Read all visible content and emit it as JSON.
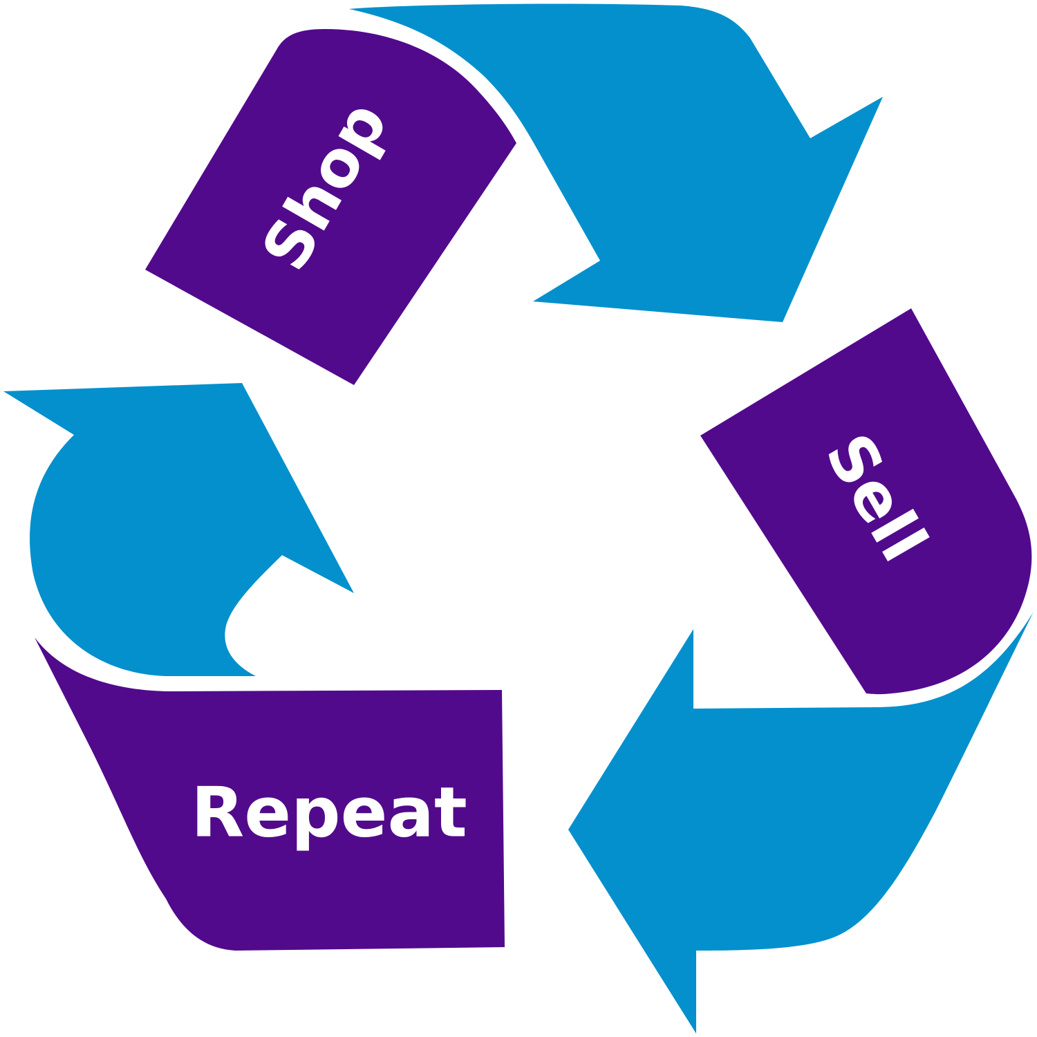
{
  "colors": {
    "background": "#ffffff",
    "arrow_blue": "#0390cd",
    "label_purple": "#520a8c",
    "text": "#ffffff"
  },
  "steps": [
    {
      "label": "Shop"
    },
    {
      "label": "Sell"
    },
    {
      "label": "Repeat"
    }
  ]
}
